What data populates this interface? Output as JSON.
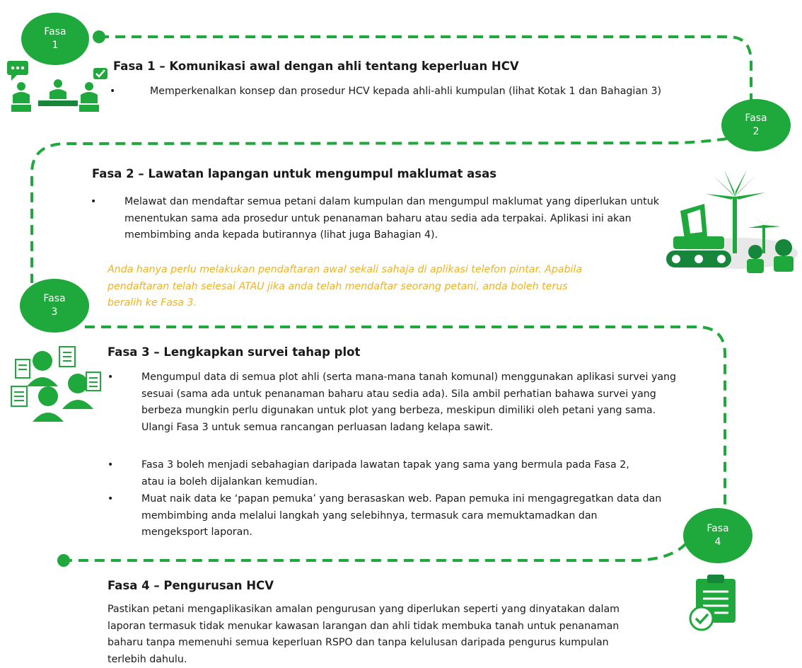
{
  "colors": {
    "accent": "#1fa83c",
    "dark_green": "#16863a",
    "note": "#f2b21b",
    "text": "#1a1a1a"
  },
  "badges": [
    {
      "word": "Fasa",
      "num": "1"
    },
    {
      "word": "Fasa",
      "num": "2"
    },
    {
      "word": "Fasa",
      "num": "3"
    },
    {
      "word": "Fasa",
      "num": "4"
    }
  ],
  "phases": [
    {
      "title": "Fasa 1 – Komunikasi awal dengan ahli tentang keperluan HCV",
      "bullets": [
        "Memperkenalkan konsep dan prosedur HCV kepada ahli-ahli kumpulan (lihat Kotak 1 dan Bahagian 3)"
      ]
    },
    {
      "title": "Fasa 2 – Lawatan lapangan untuk mengumpul maklumat asas",
      "bullets": [
        "Melawat dan mendaftar semua petani dalam kumpulan dan mengumpul maklumat yang diperlukan untuk menentukan sama ada prosedur untuk penanaman baharu atau sedia ada terpakai. Aplikasi ini akan membimbing anda kepada butirannya (lihat juga Bahagian 4)."
      ],
      "note": "Anda hanya perlu melakukan pendaftaran awal sekali sahaja di aplikasi telefon pintar. Apabila pendaftaran telah selesai ATAU jika anda telah mendaftar seorang petani, anda boleh terus beralih ke Fasa 3."
    },
    {
      "title": "Fasa 3 – Lengkapkan survei tahap plot",
      "bullets": [
        "Mengumpul data di semua plot ahli (serta mana-mana tanah komunal) menggunakan aplikasi survei yang sesuai (sama ada untuk penanaman baharu atau sedia ada). Sila ambil perhatian bahawa survei yang berbeza mungkin perlu digunakan untuk plot yang berbeza, meskipun dimiliki oleh petani yang sama. Ulangi Fasa 3 untuk semua rancangan perluasan ladang kelapa sawit.",
        "Fasa 3 boleh menjadi sebahagian daripada lawatan tapak yang sama yang bermula pada Fasa 2, atau ia boleh dijalankan kemudian.",
        "Muat naik data ke ‘papan pemuka’ yang berasaskan web. Papan pemuka ini mengagregatkan data dan membimbing anda melalui langkah yang selebihnya, termasuk cara memuktamadkan dan mengeksport laporan."
      ]
    },
    {
      "title": "Fasa 4 – Pengurusan HCV",
      "paragraph": "Pastikan petani mengaplikasikan amalan pengurusan yang diperlukan seperti yang dinyatakan dalam laporan termasuk tidak menukar kawasan larangan dan ahli tidak membuka tanah untuk penanaman baharu tanpa memenuhi semua keperluan RSPO dan tanpa kelulusan daripada pengurus kumpulan terlebih dahulu."
    }
  ],
  "icons": {
    "phase1": "meeting-people-icon",
    "phase2": "plantation-bulldozer-icon",
    "phase3": "surveyors-clipboard-icon",
    "phase4": "clipboard-check-icon"
  }
}
